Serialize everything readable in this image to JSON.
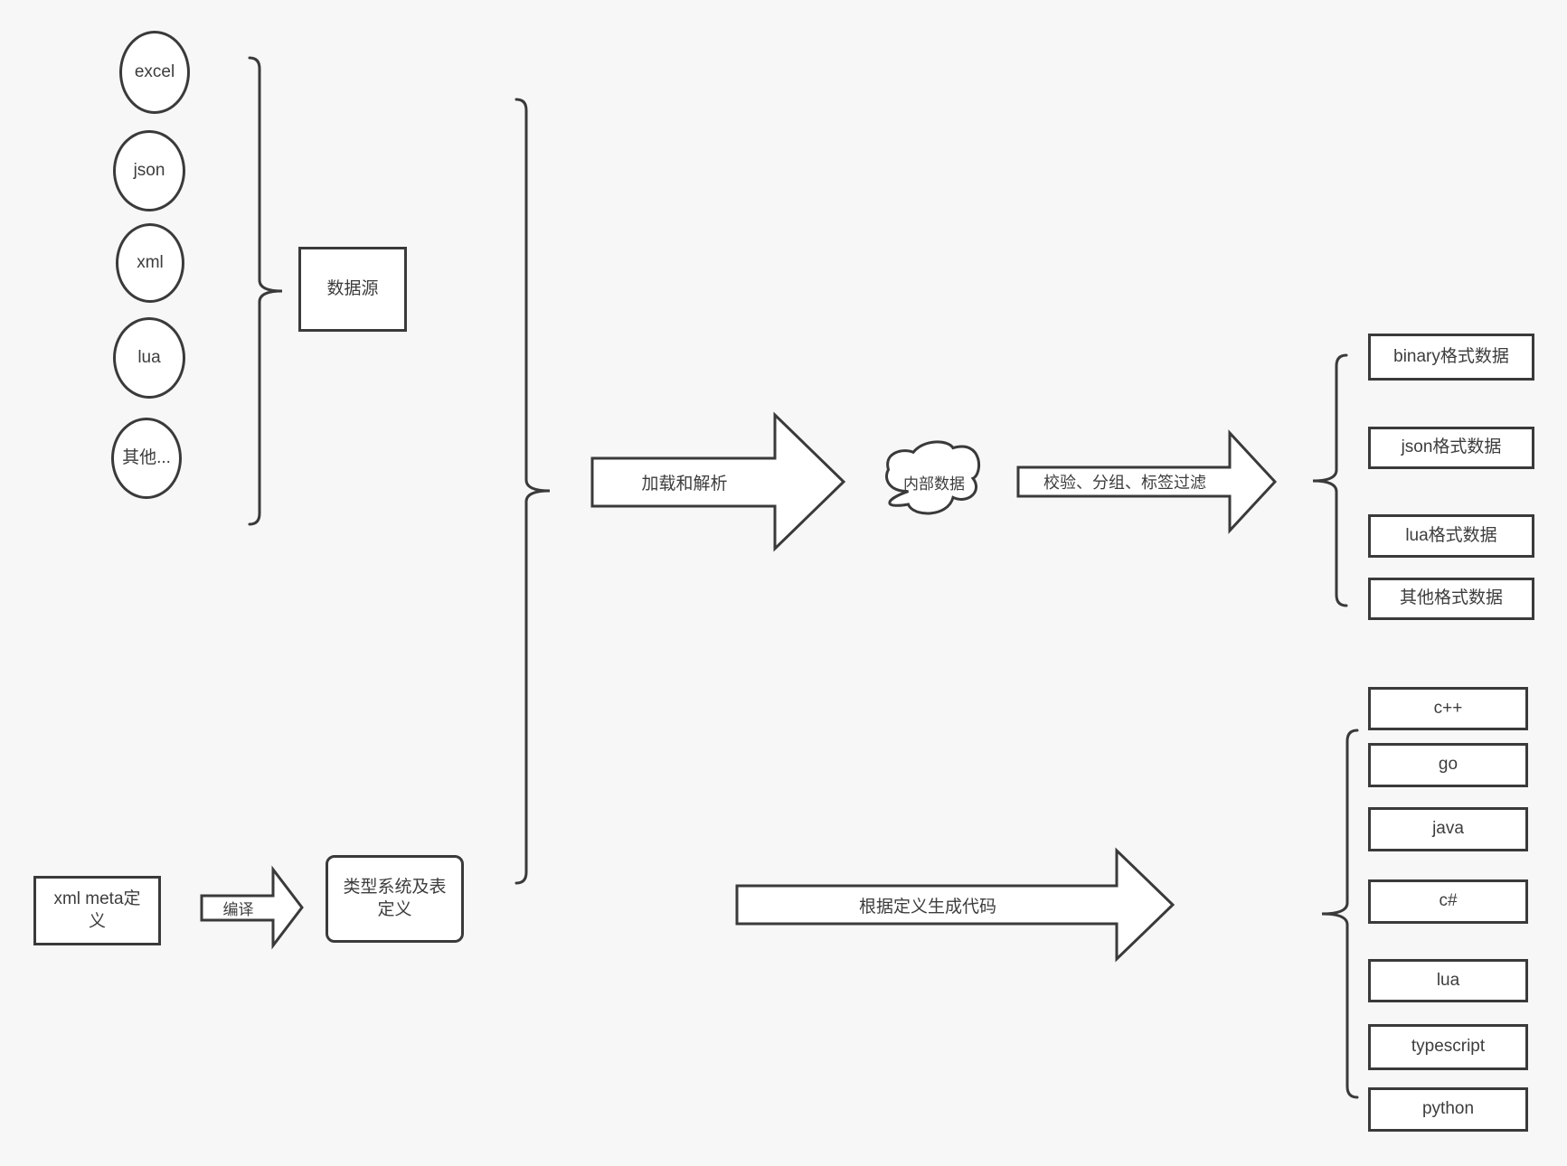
{
  "colors": {
    "background": "#f7f7f7",
    "stroke": "#3a3a3a",
    "fill": "#ffffff",
    "text": "#3d3d3d"
  },
  "sources": {
    "items": [
      {
        "label": "excel"
      },
      {
        "label": "json"
      },
      {
        "label": "xml"
      },
      {
        "label": "lua"
      },
      {
        "label": "其他..."
      }
    ],
    "group_box": "数据源"
  },
  "pipeline": {
    "load_arrow": "加载和解析",
    "internal_data_cloud": "内部数据",
    "filter_arrow": "校验、分组、标签过滤"
  },
  "output_formats": [
    {
      "label": "binary格式数据"
    },
    {
      "label": "json格式数据"
    },
    {
      "label": "lua格式数据"
    },
    {
      "label": "其他格式数据"
    }
  ],
  "definition_flow": {
    "meta_box": "xml meta定义",
    "compile_arrow": "编译",
    "type_system_box": "类型系统及表定义",
    "codegen_arrow": "根据定义生成代码"
  },
  "languages": [
    {
      "label": "c++"
    },
    {
      "label": "go"
    },
    {
      "label": "java"
    },
    {
      "label": "c#"
    },
    {
      "label": "lua"
    },
    {
      "label": "typescript"
    },
    {
      "label": "python"
    }
  ]
}
